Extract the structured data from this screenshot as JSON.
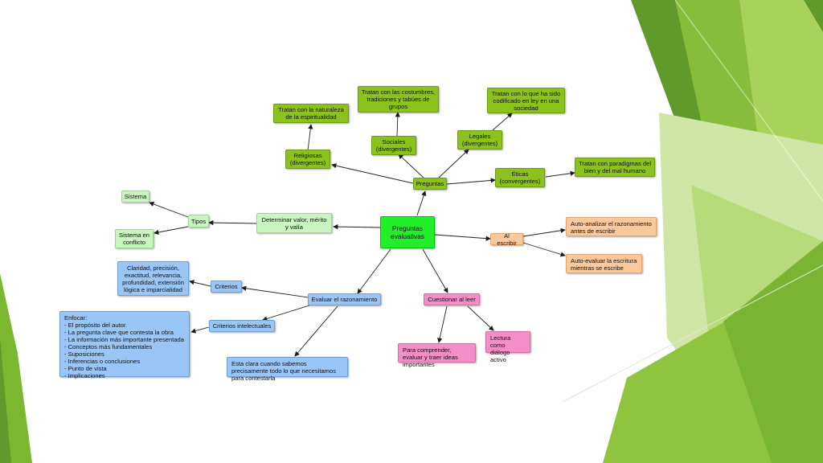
{
  "diagram": {
    "center": "Preguntas evaluativas",
    "preguntas": "Preguntas",
    "religiosas": "Religiosas (divergentes)",
    "religiosas_desc": "Tratan con la naturaleza de la espiritualidad",
    "sociales": "Sociales (divergentes)",
    "sociales_desc": "Tratan con las costumbres, tradiciones y tabúes de grupos",
    "legales": "Legales (divergentes)",
    "legales_desc": "Tratan con lo que ha sido codificado en ley en una sociedad",
    "eticas": "Éticas (convergentes)",
    "eticas_desc": "Tratan con paradigmas del bien y del mal humano",
    "determinar": "Determinar valor, mérito y valía",
    "tipos": "Tipos",
    "sistema": "Sistema",
    "sistema_conflicto": "Sistema en conflicto",
    "al_escribir": "Al escribir",
    "auto_analizar": "Auto-analizar el razonamiento antes de escribir",
    "auto_evaluar": "Auto-evaluar la escritura mientras se escribe",
    "evaluar": "Evaluar el razonamiento",
    "criterios": "Criterios",
    "criterios_desc": "Claridad, precisión, exactitud, relevancia, profundidad, extensión lógica e imparcialidad",
    "criterios_int": "Criterios intelectuales",
    "enfocar": "Enfocar:\n- El propósito del autor.\n- La pregunta clave que contesta la obra\n- La información más importante presentada\n- Conceptos más fundamentales\n- Suposiciones\n- Inferencias o conclusiones\n- Punto de vista\n- Implicaciones",
    "esta_clara": "Esta clara cuando sabemos precisamente todo lo que necesitamos para contestarla",
    "cuestionar": "Cuestionar al leer",
    "comprender": "Para comprender, evaluar y traer ideas importantes",
    "lectura": "Lectura como diálogo activo"
  },
  "colors": {
    "green_dark": "#8cc21c",
    "green_light": "#c8f5c0",
    "green_bright": "#22ee2a",
    "blue": "#9ac6f7",
    "orange": "#fcc99c",
    "pink": "#f48ec6",
    "deco_green": "#7cb82f"
  }
}
